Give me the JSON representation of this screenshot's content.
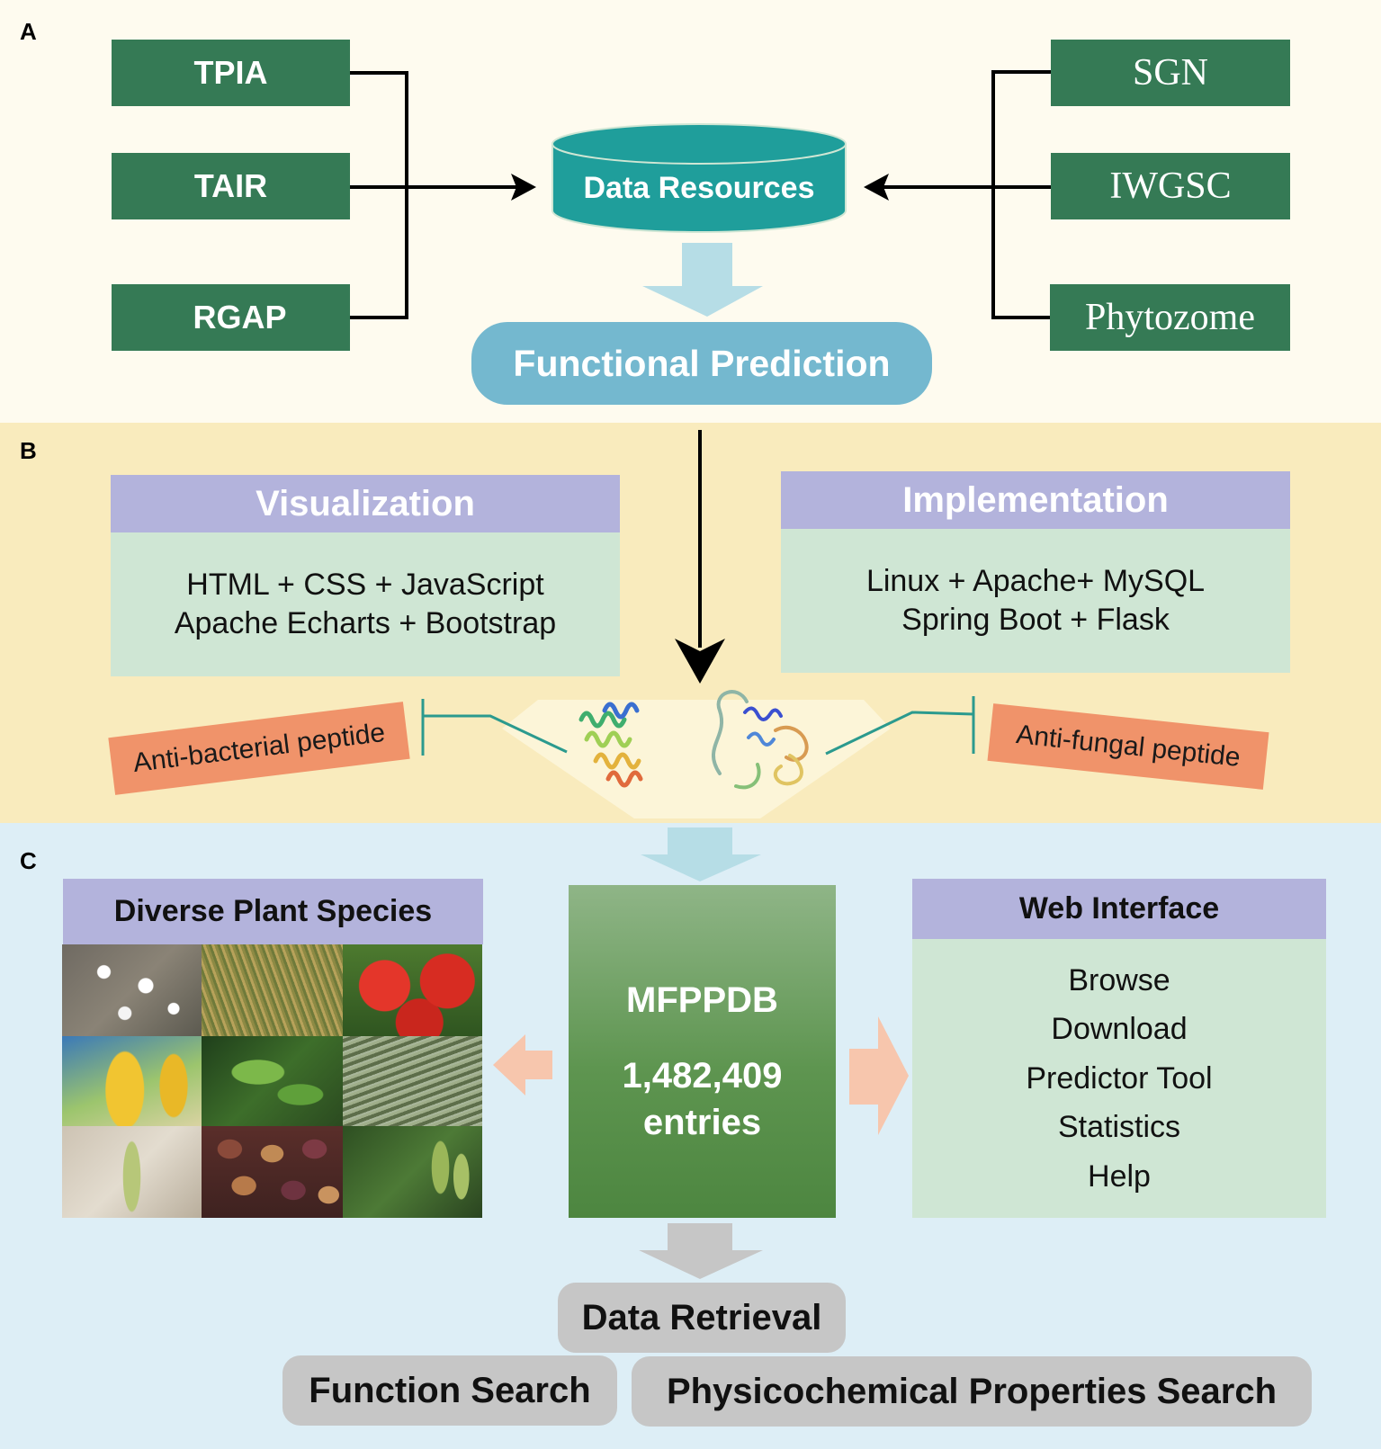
{
  "panels": {
    "a": "A",
    "b": "B",
    "c": "C"
  },
  "sources_left": [
    "TPIA",
    "TAIR",
    "RGAP"
  ],
  "sources_right": [
    "SGN",
    "IWGSC",
    "Phytozome"
  ],
  "data_resources": "Data Resources",
  "functional_prediction": "Functional Prediction",
  "visualization": {
    "title": "Visualization",
    "lines": [
      "HTML + CSS + JavaScript",
      "Apache Echarts + Bootstrap"
    ]
  },
  "implementation": {
    "title": "Implementation",
    "lines": [
      "Linux + Apache+ MySQL",
      "Spring Boot + Flask"
    ]
  },
  "peptides": {
    "left": "Anti-bacterial peptide",
    "right": "Anti-fungal peptide"
  },
  "plant_species": {
    "title": "Diverse Plant Species"
  },
  "mfppdb": {
    "name": "MFPPDB",
    "count": "1,482,409",
    "unit": "entries"
  },
  "web_interface": {
    "title": "Web Interface",
    "items": [
      "Browse",
      "Download",
      "Predictor Tool",
      "Statistics",
      "Help"
    ]
  },
  "data_retrieval": "Data Retrieval",
  "searches": [
    "Function Search",
    "Physicochemical Properties Search"
  ],
  "colors": {
    "panel_a_bg": "#fefbef",
    "panel_b_bg": "#f9ebbd",
    "panel_c_bg": "#ddeef6",
    "source_green": "#357a55",
    "db_teal": "#1f9e9b",
    "prediction_blue": "#74b8cf",
    "lavender": "#b3b3dc",
    "mint": "#cfe6d4",
    "peptide_orange": "#f0936a",
    "mfppdb_green": "#5e9550",
    "retrieval_grey": "#c6c6c6"
  }
}
